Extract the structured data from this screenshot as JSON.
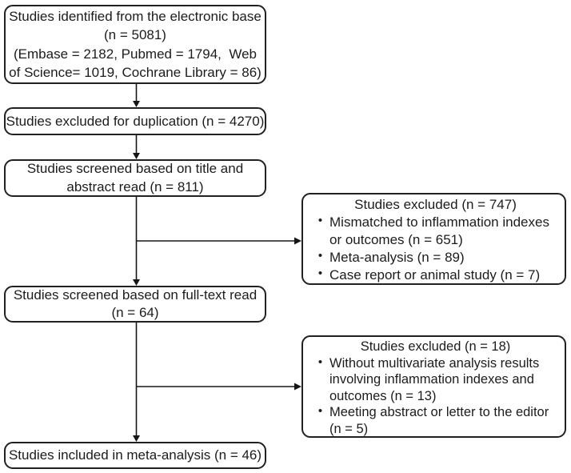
{
  "colors": {
    "background": "#ffffff",
    "box_border": "#212121",
    "text": "#1c1c1c",
    "arrow": "#161616"
  },
  "glyphs": {
    "bullet": "•"
  },
  "boxes": {
    "identified": {
      "lines": [
        "Studies identified from the electronic base",
        "(n = 5081)",
        "(Embase = 2182, Pubmed = 1794,  Web",
        "of Science= 1019, Cochrane Library = 86)"
      ]
    },
    "duplication": {
      "lines": [
        "Studies excluded for duplication (n = 4270)"
      ]
    },
    "title_abstract": {
      "lines": [
        "Studies screened based on title and",
        "abstract read (n = 811)"
      ]
    },
    "excluded_747": {
      "title": "Studies excluded (n = 747)",
      "bullets": [
        {
          "lines": [
            "Mismatched to inflammation indexes",
            "or outcomes (n = 651)"
          ]
        },
        {
          "lines": [
            "Meta-analysis (n = 89)"
          ]
        },
        {
          "lines": [
            "Case report or animal study (n = 7)"
          ]
        }
      ]
    },
    "full_text": {
      "lines": [
        "Studies screened based on full-text read",
        "(n = 64)"
      ]
    },
    "excluded_18": {
      "title": "Studies excluded (n = 18)",
      "bullets": [
        {
          "lines": [
            "Without multivariate analysis results",
            "involving inflammation indexes and",
            "outcomes (n = 13)"
          ]
        },
        {
          "lines": [
            "Meeting abstract or letter to the editor",
            "(n = 5)"
          ]
        }
      ]
    },
    "included": {
      "lines": [
        "Studies included in meta-analysis (n = 46)"
      ]
    }
  }
}
